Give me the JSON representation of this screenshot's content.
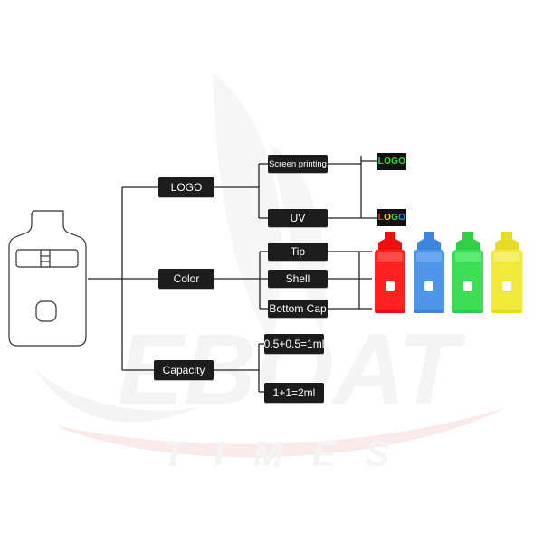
{
  "watermark": {
    "brand": "EBOAT",
    "tagline": "TIMES"
  },
  "diagram": {
    "root": "device",
    "branches": [
      {
        "label": "LOGO",
        "children": [
          {
            "label": "Screen printing",
            "sample": "LOGO",
            "sample_color": "#22dd22"
          },
          {
            "label": "UV",
            "sample": "LOGO",
            "sample_colors": [
              "#ff3030",
              "#ffd000",
              "#22dd22",
              "#3090ff"
            ]
          }
        ]
      },
      {
        "label": "Color",
        "children": [
          {
            "label": "Tip"
          },
          {
            "label": "Shell"
          },
          {
            "label": "Bottom Cap"
          }
        ]
      },
      {
        "label": "Capacity",
        "children": [
          {
            "label": "0.5+0.5=1ml"
          },
          {
            "label": "1+1=2ml"
          }
        ]
      }
    ]
  },
  "color_variants": [
    {
      "name": "red",
      "body": "#ff2020",
      "tip": "#ee1010",
      "window": "#ff4a4a"
    },
    {
      "name": "blue",
      "body": "#4f95e8",
      "tip": "#3f85dd",
      "window": "#6ba8ef"
    },
    {
      "name": "green",
      "body": "#3ddd55",
      "tip": "#2fcf48",
      "window": "#5fe873"
    },
    {
      "name": "yellow",
      "body": "#f1ea3a",
      "tip": "#e5dc25",
      "window": "#f6f070"
    }
  ]
}
